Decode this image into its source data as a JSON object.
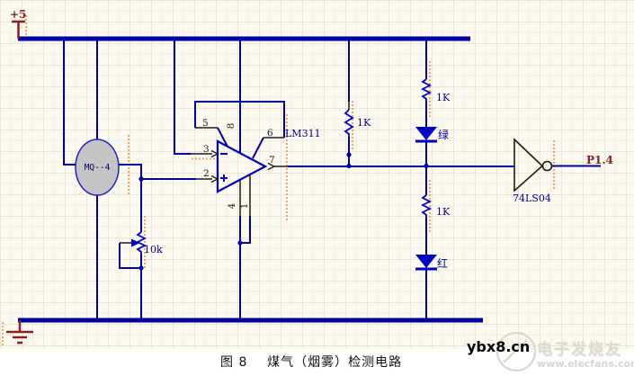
{
  "power": {
    "vcc_label": "+5"
  },
  "sensor": {
    "label": "MQ--4"
  },
  "comparator": {
    "name": "LM311",
    "minus": "-",
    "plus": "+",
    "pins": {
      "p1": "1",
      "p2": "2",
      "p3": "3",
      "p4": "4",
      "p5": "5",
      "p6": "6",
      "p7": "7",
      "p8": "8"
    }
  },
  "resistors": {
    "r1": "1K",
    "r2": "1K",
    "r3": "1K",
    "pot": "10k"
  },
  "leds": {
    "green": "绿",
    "red": "红"
  },
  "inverter": {
    "name": "74LS04",
    "output_net": "P1.4"
  },
  "caption": "图 8    煤气（烟雾）检测电路",
  "watermark": {
    "site": "ybx8.cn",
    "brand": "电子发烧友",
    "url": "www.elecfans.com"
  },
  "colors": {
    "wire": "#0000a0",
    "net_red": "#8b2020",
    "highlight": "#eda56a",
    "sensor_fill": "#c4c4c4"
  }
}
